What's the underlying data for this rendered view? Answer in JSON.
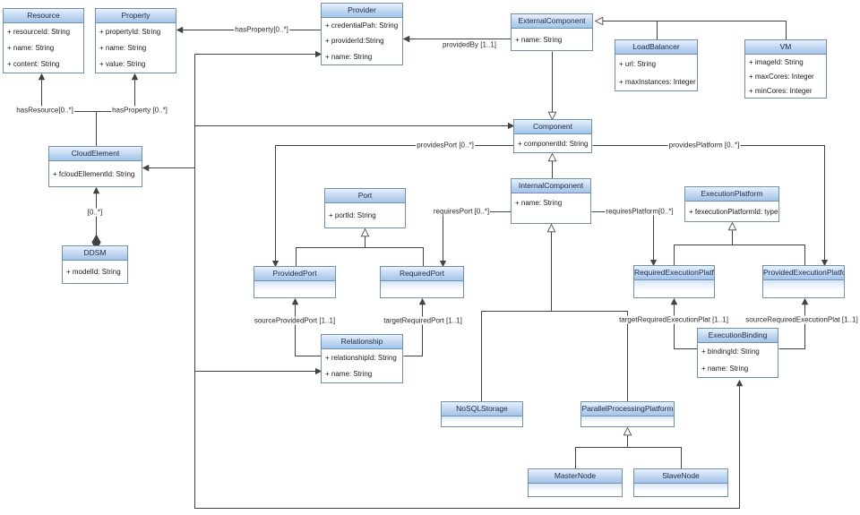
{
  "diagram": {
    "type": "uml-class-diagram",
    "colors": {
      "box_border": "#7090b0",
      "header_top": "#e9f1fc",
      "header_bottom": "#a3c4e9",
      "line": "#424242",
      "background": "#ffffff"
    },
    "classes": [
      {
        "name": "Resource",
        "attributes": [
          "+ resourceId: String",
          "+ name: String",
          "+ content: String"
        ]
      },
      {
        "name": "Property",
        "attributes": [
          "+ propertyId: String",
          "+ name: String",
          "+ value: String"
        ]
      },
      {
        "name": "Provider",
        "attributes": [
          "+ credentialPah: String",
          "+ providerId:String",
          "+ name: String"
        ]
      },
      {
        "name": "ExternalComponent",
        "attributes": [
          "+ name: String"
        ]
      },
      {
        "name": "LoadBalancer",
        "attributes": [
          "+ url: String",
          "+ maxInstances: Integer"
        ]
      },
      {
        "name": "VM",
        "attributes": [
          "+ imageId: String",
          "+ maxCores: Integer",
          "+ minCores: Integer"
        ]
      },
      {
        "name": "Component",
        "attributes": [
          "+ componentId: String"
        ]
      },
      {
        "name": "CloudElement",
        "attributes": [
          "+ fcloudEllementId: String"
        ]
      },
      {
        "name": "DDSM",
        "attributes": [
          "+ modelId: String"
        ]
      },
      {
        "name": "Port",
        "attributes": [
          "+ portId: String"
        ]
      },
      {
        "name": "InternalComponent",
        "attributes": [
          "+ name: String"
        ]
      },
      {
        "name": "ExecutionPlatform",
        "attributes": [
          "+ fexecutionPlatformId: type"
        ]
      },
      {
        "name": "ProvidedPort",
        "attributes": []
      },
      {
        "name": "RequiredPort",
        "attributes": []
      },
      {
        "name": "RequiredExecutionPlatform",
        "attributes": []
      },
      {
        "name": "ProvidedExecutionPlatform",
        "attributes": []
      },
      {
        "name": "Relationship",
        "attributes": [
          "+ relationshipId: String",
          "+ name: String"
        ]
      },
      {
        "name": "ExecutionBinding",
        "attributes": [
          "+ bindingId: String",
          "+ name: String"
        ]
      },
      {
        "name": "NoSQLStorage",
        "attributes": []
      },
      {
        "name": "ParallelProcessingPlatform",
        "attributes": []
      },
      {
        "name": "MasterNode",
        "attributes": []
      },
      {
        "name": "SlaveNode",
        "attributes": []
      }
    ],
    "edge_labels": [
      {
        "text": "hasProperty[0..*]"
      },
      {
        "text": "providedBy [1..1]"
      },
      {
        "text": "hasResource[0..*]"
      },
      {
        "text": "hasProperty [0..*]"
      },
      {
        "text": "providesPort [0..*]"
      },
      {
        "text": "providesPlatform [0..*]"
      },
      {
        "text": "requiresPort [0..*]"
      },
      {
        "text": "requiresPlatform[0..*]"
      },
      {
        "text": "[0..*]"
      },
      {
        "text": "sourceProvidedPort [1..1]"
      },
      {
        "text": "targetRequiredPort [1..1]"
      },
      {
        "text": "targetRequiredExecutionPlat [1..1]"
      },
      {
        "text": "sourceRequiredExecutionPlat [1..1]"
      }
    ]
  }
}
